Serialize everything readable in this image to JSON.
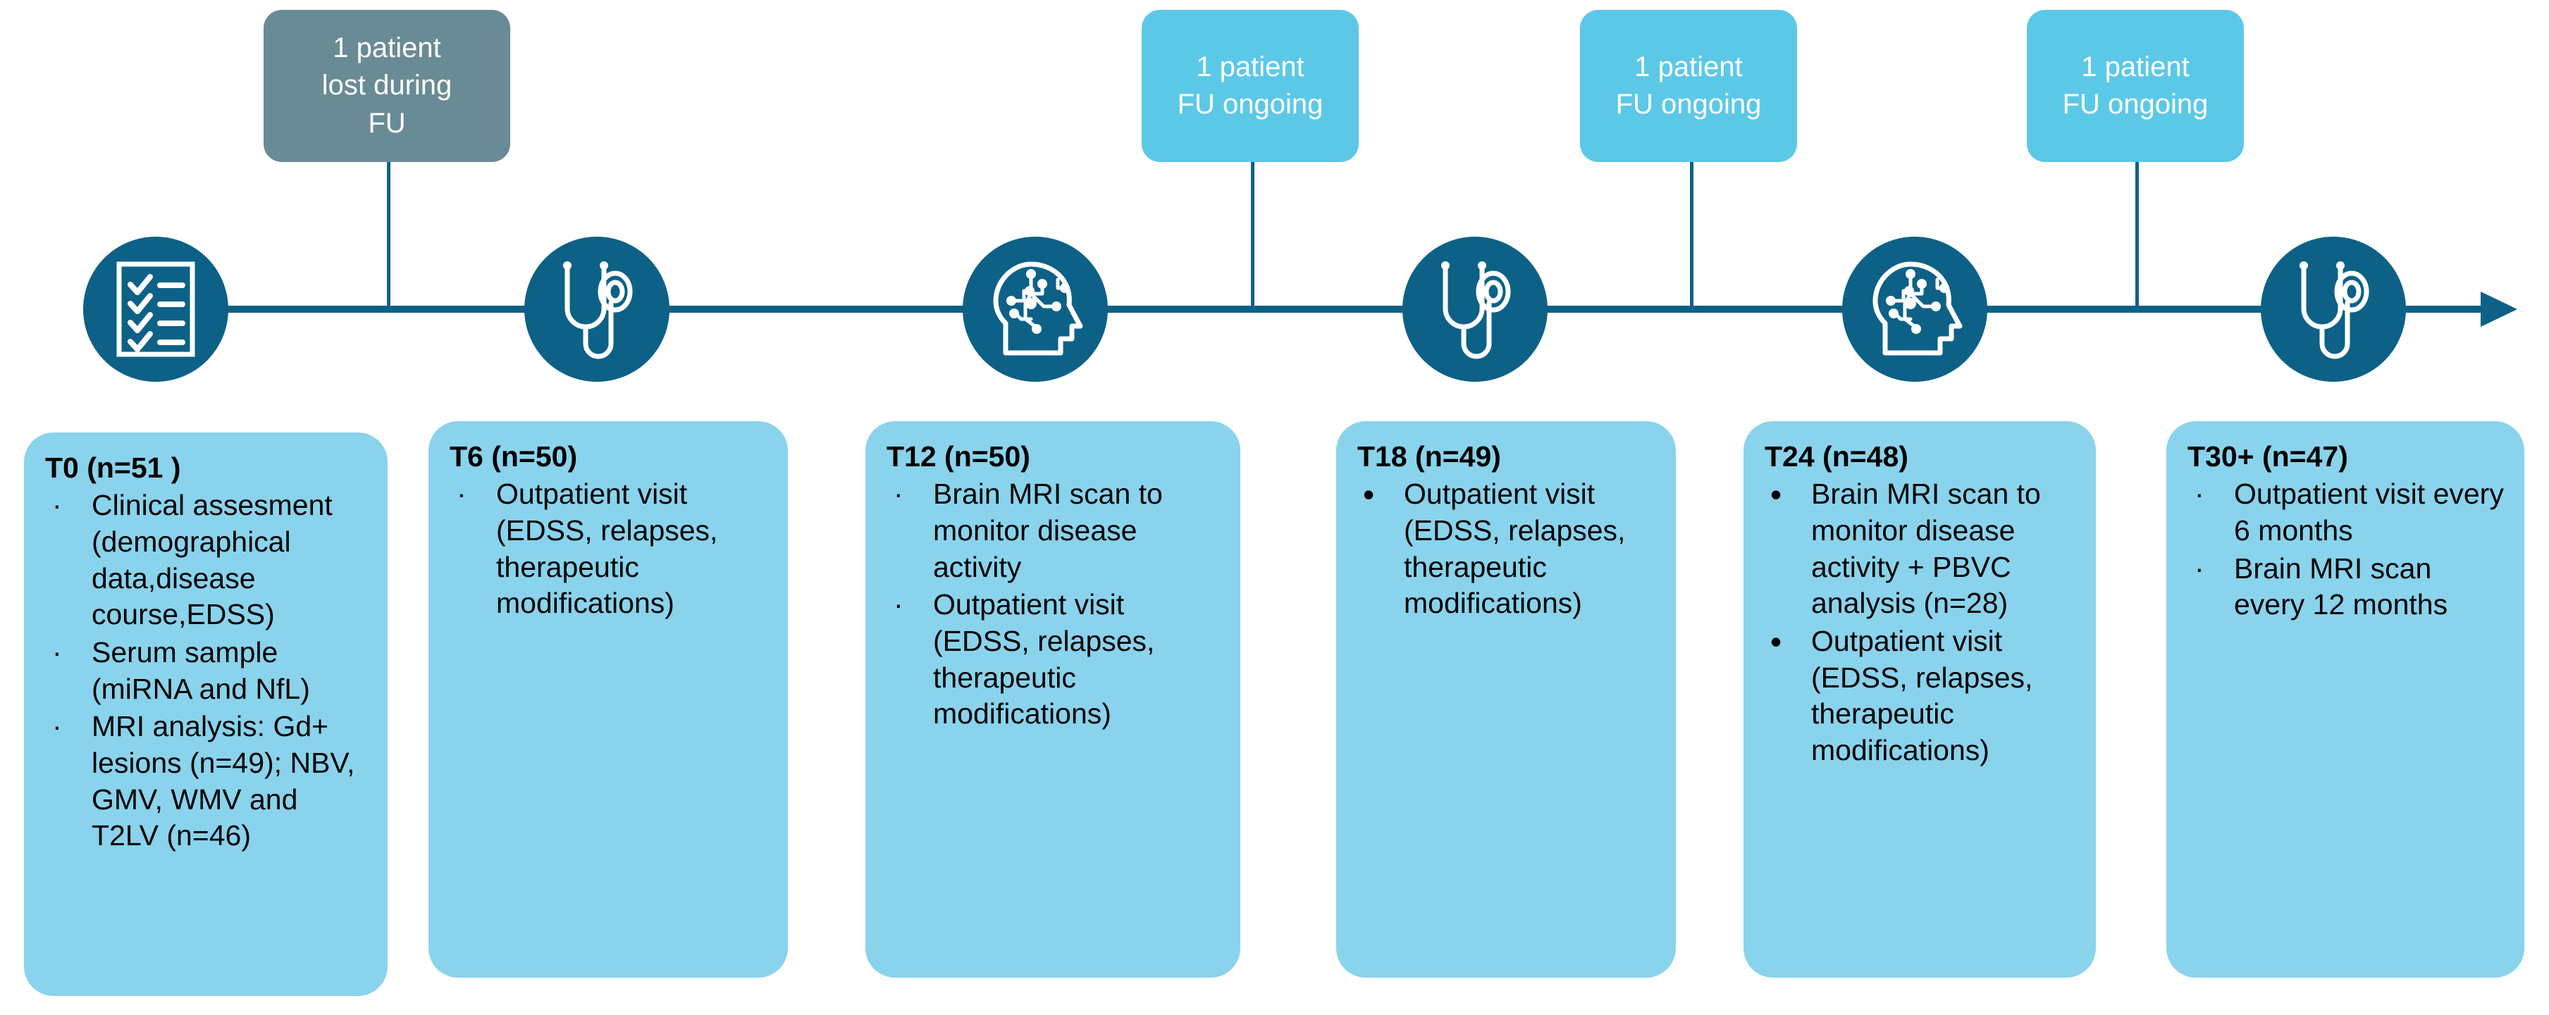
{
  "colors": {
    "dark_teal": "#0d6186",
    "light_blue_card": "#8ad3ec",
    "callout_blue": "#5cc8e8",
    "callout_gray": "#698b95",
    "text_dark": "#000000",
    "text_light": "#ffffff"
  },
  "timeline": {
    "nodes": [
      {
        "id": "t0",
        "icon": "clipboard-checklist-icon"
      },
      {
        "id": "t6",
        "icon": "stethoscope-icon"
      },
      {
        "id": "t12",
        "icon": "brain-head-icon"
      },
      {
        "id": "t18",
        "icon": "stethoscope-icon"
      },
      {
        "id": "t24",
        "icon": "brain-head-icon"
      },
      {
        "id": "t30",
        "icon": "stethoscope-icon"
      }
    ],
    "arrow_direction": "right"
  },
  "callouts": [
    {
      "id": "c1",
      "style": "gray",
      "lines": [
        "1 patient",
        "lost during",
        "FU"
      ]
    },
    {
      "id": "c2",
      "style": "blue",
      "lines": [
        "1 patient",
        "FU ongoing"
      ]
    },
    {
      "id": "c3",
      "style": "blue",
      "lines": [
        "1 patient",
        "FU ongoing"
      ]
    },
    {
      "id": "c4",
      "style": "blue",
      "lines": [
        "1 patient",
        "FU ongoing"
      ]
    }
  ],
  "cards": [
    {
      "id": "card-t0",
      "title": "T0 (n=51 )",
      "items": [
        "Clinical assesment (demographical data,disease course,EDSS)",
        "Serum sample (miRNA and NfL)",
        "MRI analysis: Gd+ lesions (n=49); NBV, GMV, WMV and T2LV (n=46)"
      ]
    },
    {
      "id": "card-t6",
      "title": "T6 (n=50)",
      "items": [
        "Outpatient visit (EDSS, relapses, therapeutic modifications)"
      ]
    },
    {
      "id": "card-t12",
      "title": "T12 (n=50)",
      "items": [
        "Brain MRI scan to monitor disease activity",
        "Outpatient visit (EDSS, relapses, therapeutic modifications)"
      ]
    },
    {
      "id": "card-t18",
      "title": "T18 (n=49)",
      "items": [
        "Outpatient visit (EDSS, relapses, therapeutic modifications)"
      ]
    },
    {
      "id": "card-t24",
      "title": "T24 (n=48)",
      "items": [
        "Brain MRI scan to monitor disease activity + PBVC analysis (n=28)",
        "Outpatient visit (EDSS, relapses, therapeutic modifications)"
      ]
    },
    {
      "id": "card-t30",
      "title": "T30+ (n=47)",
      "items": [
        "Outpatient visit every 6 months",
        "Brain MRI scan every 12 months"
      ]
    }
  ]
}
